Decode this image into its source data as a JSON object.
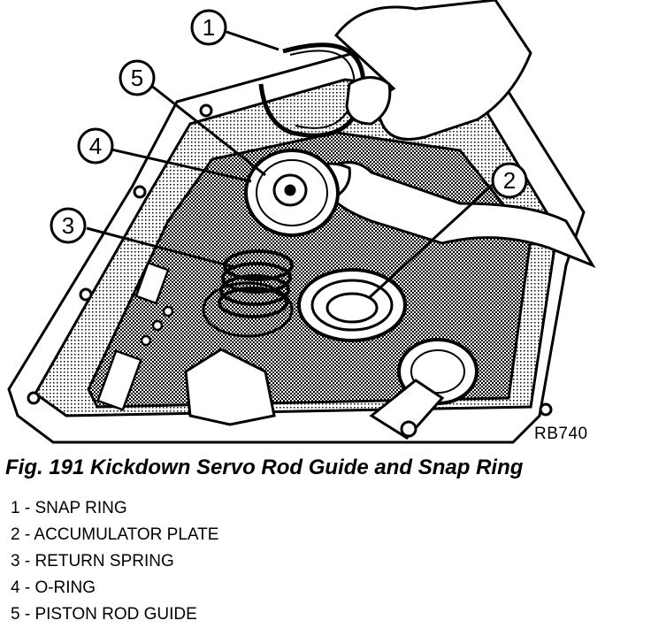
{
  "figure": {
    "caption": "Fig. 191 Kickdown Servo Rod Guide and Snap Ring",
    "ref_code": "RB740",
    "callouts": [
      "1",
      "2",
      "3",
      "4",
      "5"
    ],
    "legend": [
      "1 - SNAP RING",
      "2 - ACCUMULATOR PLATE",
      "3 - RETURN SPRING",
      "4 - O-RING",
      "5 - PISTON ROD GUIDE"
    ]
  }
}
